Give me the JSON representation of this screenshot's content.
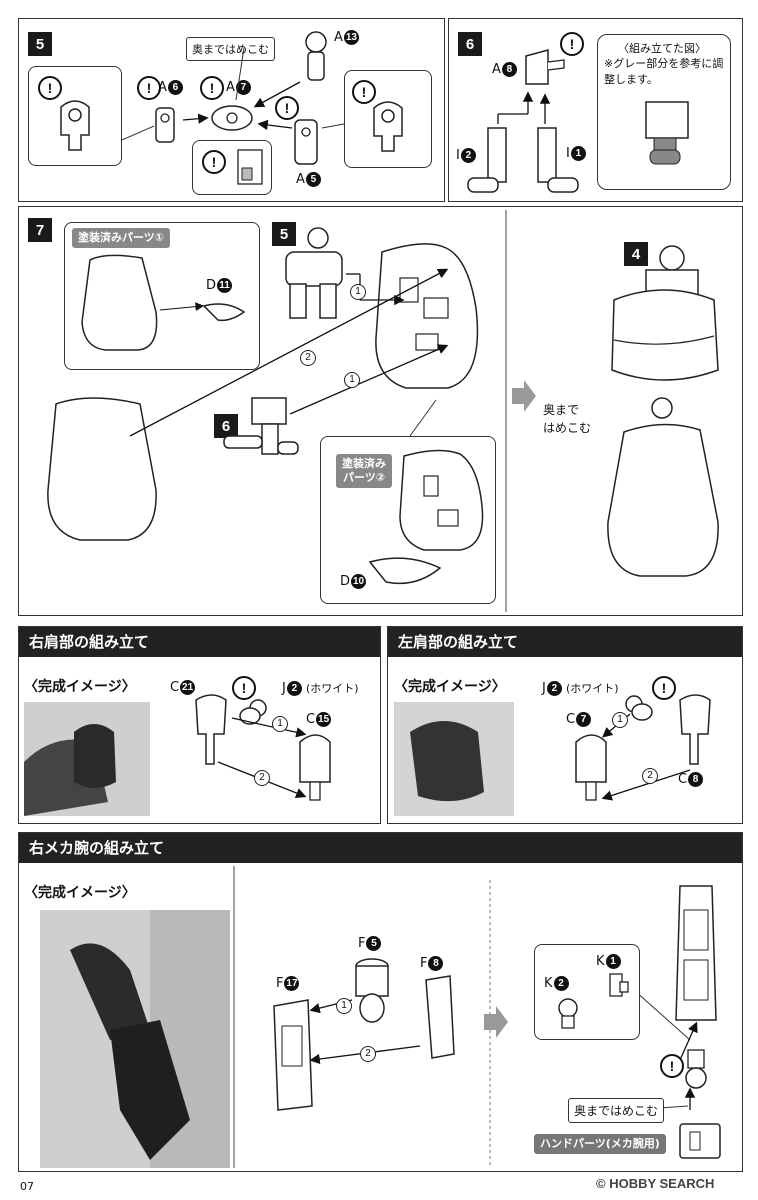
{
  "step5": {
    "number": "5",
    "note": "奥まではめこむ",
    "labels": [
      {
        "part": "A",
        "num": "13"
      },
      {
        "part": "A",
        "num": "6"
      },
      {
        "part": "A",
        "num": "7"
      },
      {
        "part": "A",
        "num": "5"
      }
    ],
    "warn": "!"
  },
  "step6": {
    "number": "6",
    "labels": [
      {
        "part": "A",
        "num": "8"
      },
      {
        "part": "I",
        "num": "2"
      },
      {
        "part": "I",
        "num": "1"
      }
    ],
    "box_title": "〈組み立てた図〉",
    "box_note": "※グレー部分を参考に調整します。"
  },
  "step7": {
    "number": "7",
    "painted1": "塗装済みパーツ①",
    "painted2_line1": "塗装済み",
    "painted2_line2": "パーツ②",
    "label_d11": {
      "part": "D",
      "num": "11"
    },
    "label_d10": {
      "part": "D",
      "num": "10"
    },
    "ref5": "5",
    "ref6": "6",
    "ref4": "4",
    "note_line1": "奥まで",
    "note_line2": "はめこむ",
    "circle1": "1",
    "circle2": "2"
  },
  "right_shoulder": {
    "title": "右肩部の組み立て",
    "finish": "〈完成イメージ〉",
    "c21": {
      "part": "C",
      "num": "21"
    },
    "j2": {
      "part": "J",
      "num": "2",
      "note": "(ホワイト)"
    },
    "c15": {
      "part": "C",
      "num": "15"
    }
  },
  "left_shoulder": {
    "title": "左肩部の組み立て",
    "finish": "〈完成イメージ〉",
    "j2": {
      "part": "J",
      "num": "2",
      "note": "(ホワイト)"
    },
    "c7": {
      "part": "C",
      "num": "7"
    },
    "c8": {
      "part": "C",
      "num": "8"
    }
  },
  "right_arm": {
    "title": "右メカ腕の組み立て",
    "finish": "〈完成イメージ〉",
    "f5": {
      "part": "F",
      "num": "5"
    },
    "f8": {
      "part": "F",
      "num": "8"
    },
    "f17": {
      "part": "F",
      "num": "17"
    },
    "k1": {
      "part": "K",
      "num": "1"
    },
    "k2": {
      "part": "K",
      "num": "2"
    },
    "note": "奥まではめこむ",
    "hand_tag": "ハンドパーツ(メカ腕用)"
  },
  "footer": {
    "page": "07",
    "watermark": "© HOBBY SEARCH"
  }
}
